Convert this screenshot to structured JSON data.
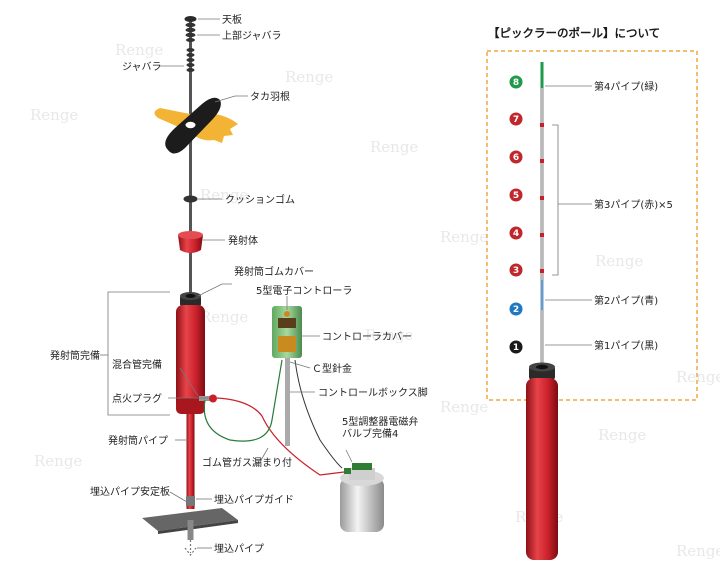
{
  "watermark": "Renge",
  "left_labels": {
    "tenban": "天板",
    "upper_bellows": "上部ジャバラ",
    "bellows": "ジャバラ",
    "hawk_feather": "タカ羽根",
    "cushion_rubber": "クッションゴム",
    "launcher": "発射体",
    "tube_rubber_cover": "発射筒ゴムカバー",
    "controller_5": "5型電子コントローラ",
    "launch_tube_assembly": "発射筒完備",
    "mixing_tube_assembly": "混合管完備",
    "controller_cover": "コントローラカバー",
    "c_wire": "Ｃ型針金",
    "ignition_plug": "点火プラグ",
    "control_box_leg": "コントロールボックス脚",
    "valve_assembly": "5型調整器電磁弁\nバルブ完備4",
    "launch_tube_pipe": "発射筒パイプ",
    "rubber_hose": "ゴム管ガス漏まり付",
    "buried_plate": "埋込パイプ安定板",
    "buried_guide": "埋込パイプガイド",
    "buried_pipe": "埋込パイプ"
  },
  "pole_panel": {
    "title": "【ピックラーのポール】について",
    "markers": [
      {
        "n": "8",
        "color": "#1e9a4a"
      },
      {
        "n": "7",
        "color": "#c0272d"
      },
      {
        "n": "6",
        "color": "#c0272d"
      },
      {
        "n": "5",
        "color": "#c0272d"
      },
      {
        "n": "4",
        "color": "#c0272d"
      },
      {
        "n": "3",
        "color": "#c0272d"
      },
      {
        "n": "2",
        "color": "#1f78c1"
      },
      {
        "n": "1",
        "color": "#1a1a1a"
      }
    ],
    "pipe4": "第4パイプ(緑)",
    "pipe3": "第3パイプ(赤)×5",
    "pipe2": "第2パイプ(青)",
    "pipe1": "第1パイプ(黒)"
  },
  "colors": {
    "red": "#c8202a",
    "red_dark": "#8e1016",
    "green": "#2e8b57",
    "orange_dash": "#f0a840",
    "feather": "#f3b436",
    "gray": "#9a9a9a"
  }
}
